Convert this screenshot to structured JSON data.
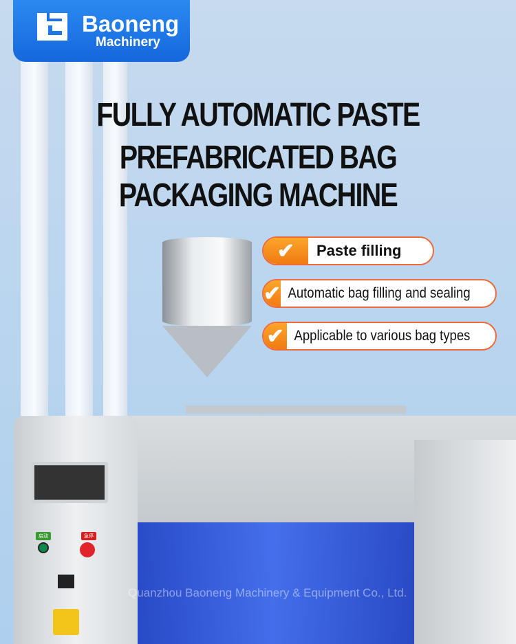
{
  "brand": {
    "name": "Baoneng",
    "sub": "Machinery"
  },
  "title": {
    "line1": "FULLY AUTOMATIC PASTE",
    "line2": "PREFABRICATED BAG PACKAGING MACHINE"
  },
  "features": [
    {
      "icon": "check-icon",
      "label": "Paste filling"
    },
    {
      "icon": "check-icon",
      "label": "Automatic bag filling and sealing"
    },
    {
      "icon": "check-icon",
      "label": "Applicable to various bag types"
    }
  ],
  "machine": {
    "start_label": "启动",
    "stop_label": "急停"
  },
  "watermark": "Quanzhou Baoneng Machinery & Equipment Co., Ltd.",
  "colors": {
    "brand_blue": "#1a73e8",
    "accent_orange": "#f5861c"
  }
}
